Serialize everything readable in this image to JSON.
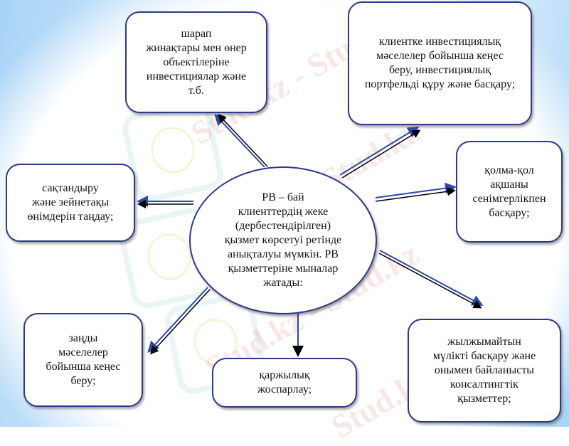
{
  "diagram": {
    "type": "radial-mind-map",
    "center": {
      "text": "            РВ – бай\nклиенттердің жеке\n(дербестендірілген)\nқызмет көрсетуі ретінде\nанықталуы мүмкін. РВ\nқызметтеріне мыналар\nжатады:"
    },
    "nodes": [
      {
        "id": "art-investments",
        "text": "        шарап\nжинақтары мен өнер\nобъектілеріне\nинвестициялар және\nт.б."
      },
      {
        "id": "investment-advice",
        "text": "        клиентке инвестициялық\nмәселелер бойынша кеңес\nберу, инвестициялық\nпортфельді құру және басқару;"
      },
      {
        "id": "insurance-pension",
        "text": "        сақтандыру\nжәне зейнетақы\nөнімдерін таңдау;"
      },
      {
        "id": "cash-trust",
        "text": "        қолма-қол\nақшаны\nсенімгерлікпен\nбасқару;"
      },
      {
        "id": "legal-advice",
        "text": "        заңды\nмәселелер\nбойынша кеңес\nберу;"
      },
      {
        "id": "financial-planning",
        "text": "        қаржылық\nжоспарлау;"
      },
      {
        "id": "real-estate",
        "text": "        жылжымайтын\nмүлікті басқару және\nонымен байланысты\nконсалтингтік\nқызметтер;"
      }
    ],
    "edges": [
      {
        "from": "center",
        "to": "art-investments"
      },
      {
        "from": "center",
        "to": "investment-advice"
      },
      {
        "from": "center",
        "to": "insurance-pension"
      },
      {
        "from": "center",
        "to": "cash-trust"
      },
      {
        "from": "center",
        "to": "legal-advice"
      },
      {
        "from": "center",
        "to": "financial-planning"
      },
      {
        "from": "center",
        "to": "real-estate"
      }
    ]
  },
  "watermark": {
    "text": "Stud.kz - Stud.kz",
    "short": "Stud.kz"
  },
  "colors": {
    "border": "#2b3a8c",
    "arrow_blue": "#2b4aa8",
    "arrow_black": "#000000",
    "background_edge": "#a9d4f7"
  }
}
